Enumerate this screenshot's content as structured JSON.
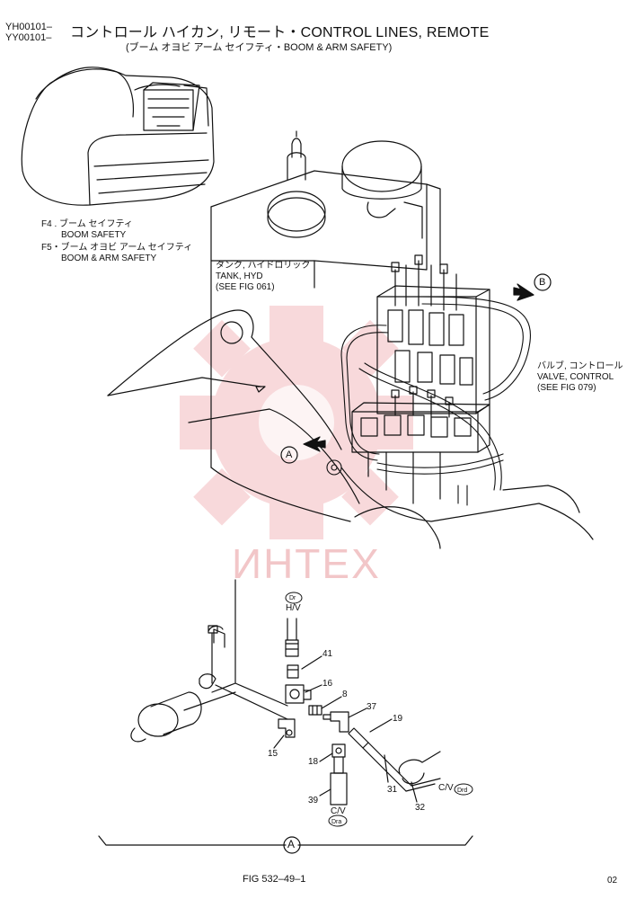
{
  "header": {
    "serial_1": "YH00101–",
    "serial_2": "YY00101–",
    "title": "コントロール ハイカン, リモート・CONTROL LINES, REMOTE",
    "subtitle": "(ブーム オヨビ アーム セイフティ・BOOM & ARM SAFETY)"
  },
  "labels": {
    "f4_jp": "F4 . ブーム セイフティ",
    "f4_en": "BOOM SAFETY",
    "f5_jp": "F5・ブーム オヨビ アーム セイフティ",
    "f5_en": "BOOM & ARM SAFETY",
    "tank_jp": "タンク, ハイドロリック",
    "tank_en": "TANK, HYD",
    "tank_ref": "(SEE FIG 061)",
    "valve_jp": "バルブ, コントロール",
    "valve_en": "VALVE, CONTROL",
    "valve_ref": "(SEE FIG 079)",
    "callout_a": "A",
    "callout_b": "B",
    "bottom_a": "A"
  },
  "detail": {
    "top_tag": "Dr",
    "top_label": "H/V",
    "cv_right_label": "C/V",
    "cv_right_tag": "Drd",
    "cv_bottom_label": "C/V",
    "cv_bottom_tag": "Dra",
    "parts": [
      "41",
      "16",
      "8",
      "37",
      "19",
      "15",
      "18",
      "31",
      "32",
      "39"
    ]
  },
  "watermark": "ИНТЕХ",
  "footer": {
    "figure": "FIG 532–49–1",
    "page": "02"
  },
  "colors": {
    "line": "#111111",
    "watermark": "#f2c6c8"
  }
}
